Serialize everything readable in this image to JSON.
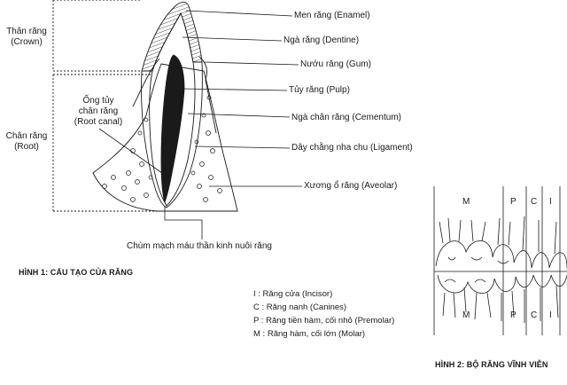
{
  "figure1": {
    "caption": "HÌNH 1: CẤU TẠO CỦA RĂNG",
    "crown": [
      "Thân răng",
      "(Crown)"
    ],
    "root": [
      "Chân răng",
      "(Root)"
    ],
    "root_canal": [
      "Ống tủy",
      "chân răng",
      "(Root canal)"
    ],
    "labels": {
      "enamel": "Men răng (Enamel)",
      "dentine": "Ngà răng (Dentine)",
      "gum": "Nướu răng (Gum)",
      "pulp": "Tủy răng (Pulp)",
      "cementum": "Ngà chân răng (Cementum)",
      "ligament": "Dây chằng nha chu (Ligament)",
      "aveolar": "Xương ổ răng (Aveolar)",
      "neurovascular": "Chùm mạch máu thần kinh nuôi răng"
    }
  },
  "figure2": {
    "caption": "HÌNH 2: BỘ RĂNG VĨNH VIỄN",
    "upper_labels": [
      "M",
      "P",
      "C",
      "I"
    ],
    "lower_labels": [
      "M",
      "P",
      "C",
      "I"
    ],
    "legend": [
      "I : Răng cửa (Incisor)",
      "C : Răng nanh (Canines)",
      "P : Răng tiền hàm, cối nhỏ (Premolar)",
      "M : Răng hàm, cối lớn (Molar)"
    ]
  },
  "colors": {
    "ink": "#1a1a1a",
    "background": "#ffffff"
  }
}
